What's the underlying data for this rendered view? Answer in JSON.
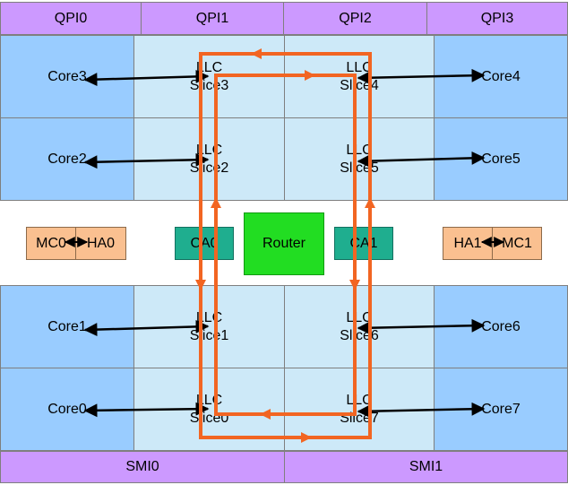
{
  "qpi": [
    "QPI0",
    "QPI1",
    "QPI2",
    "QPI3"
  ],
  "smi": [
    "SMI0",
    "SMI1"
  ],
  "cores": {
    "core0": "Core0",
    "core1": "Core1",
    "core2": "Core2",
    "core3": "Core3",
    "core4": "Core4",
    "core5": "Core5",
    "core6": "Core6",
    "core7": "Core7"
  },
  "llc": {
    "line1": "LLC",
    "slice0": "Slice0",
    "slice1": "Slice1",
    "slice2": "Slice2",
    "slice3": "Slice3",
    "slice4": "Slice4",
    "slice5": "Slice5",
    "slice6": "Slice6",
    "slice7": "Slice7"
  },
  "middle": {
    "mc0": "MC0",
    "ha0": "HA0",
    "ca0": "CA0",
    "router": "Router",
    "ca1": "CA1",
    "ha1": "HA1",
    "mc1": "MC1"
  },
  "colors": {
    "qpi": "#cc99ff",
    "core": "#99ccff",
    "llc": "#cde9f8",
    "mc_ha": "#fac090",
    "ca": "#1fae8f",
    "router": "#22dd22",
    "ring": "#f26522"
  }
}
